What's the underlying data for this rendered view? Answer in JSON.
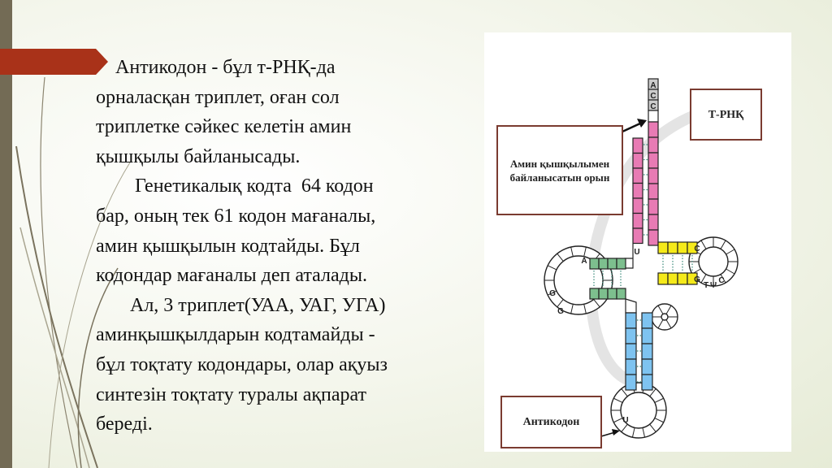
{
  "body_lines": [
    "    Антикодон - бұл т-РНҚ-да",
    "орналасқан триплет, оған сол",
    "триплетке сәйкес келетін амин",
    "қышқылы байланысады.",
    "        Генетикалық кодта  64 кодон",
    "бар, оның тек 61 кодон мағаналы,",
    "амин қышқылын кодтайды. Бұл",
    "кодондар мағаналы деп аталады.",
    "       Ал, 3 триплет(УАА, УАГ, УГА)",
    "аминқышқылдарын кодтамайды -",
    "бұл тоқтату кодондары, олар ақуыз",
    "синтезін тоқтату туралы ақпарат",
    "береді."
  ],
  "diagram": {
    "label_amino": "Амин қышқылымен байланысатын орын",
    "label_trna": "Т-РНҚ",
    "label_anticodon": "Антикодон",
    "acceptor_bases": [
      "A",
      "C",
      "C"
    ],
    "bases": {
      "d_loop_a": "A",
      "d_loop_g1": "G",
      "d_loop_g2": "G",
      "u_top": "U",
      "t_c": "C",
      "t_g": "G",
      "t_t": "T",
      "t_psi": "Ψ",
      "t_c2": "C",
      "anticodon_u": "U"
    }
  },
  "colors": {
    "banner": "#a93219",
    "bar": "#736b55",
    "pink": "#e87bb4",
    "green": "#7dbf8e",
    "yellow": "#f5ea1a",
    "blue": "#7ec3f0",
    "label_border": "#7a3b30"
  }
}
